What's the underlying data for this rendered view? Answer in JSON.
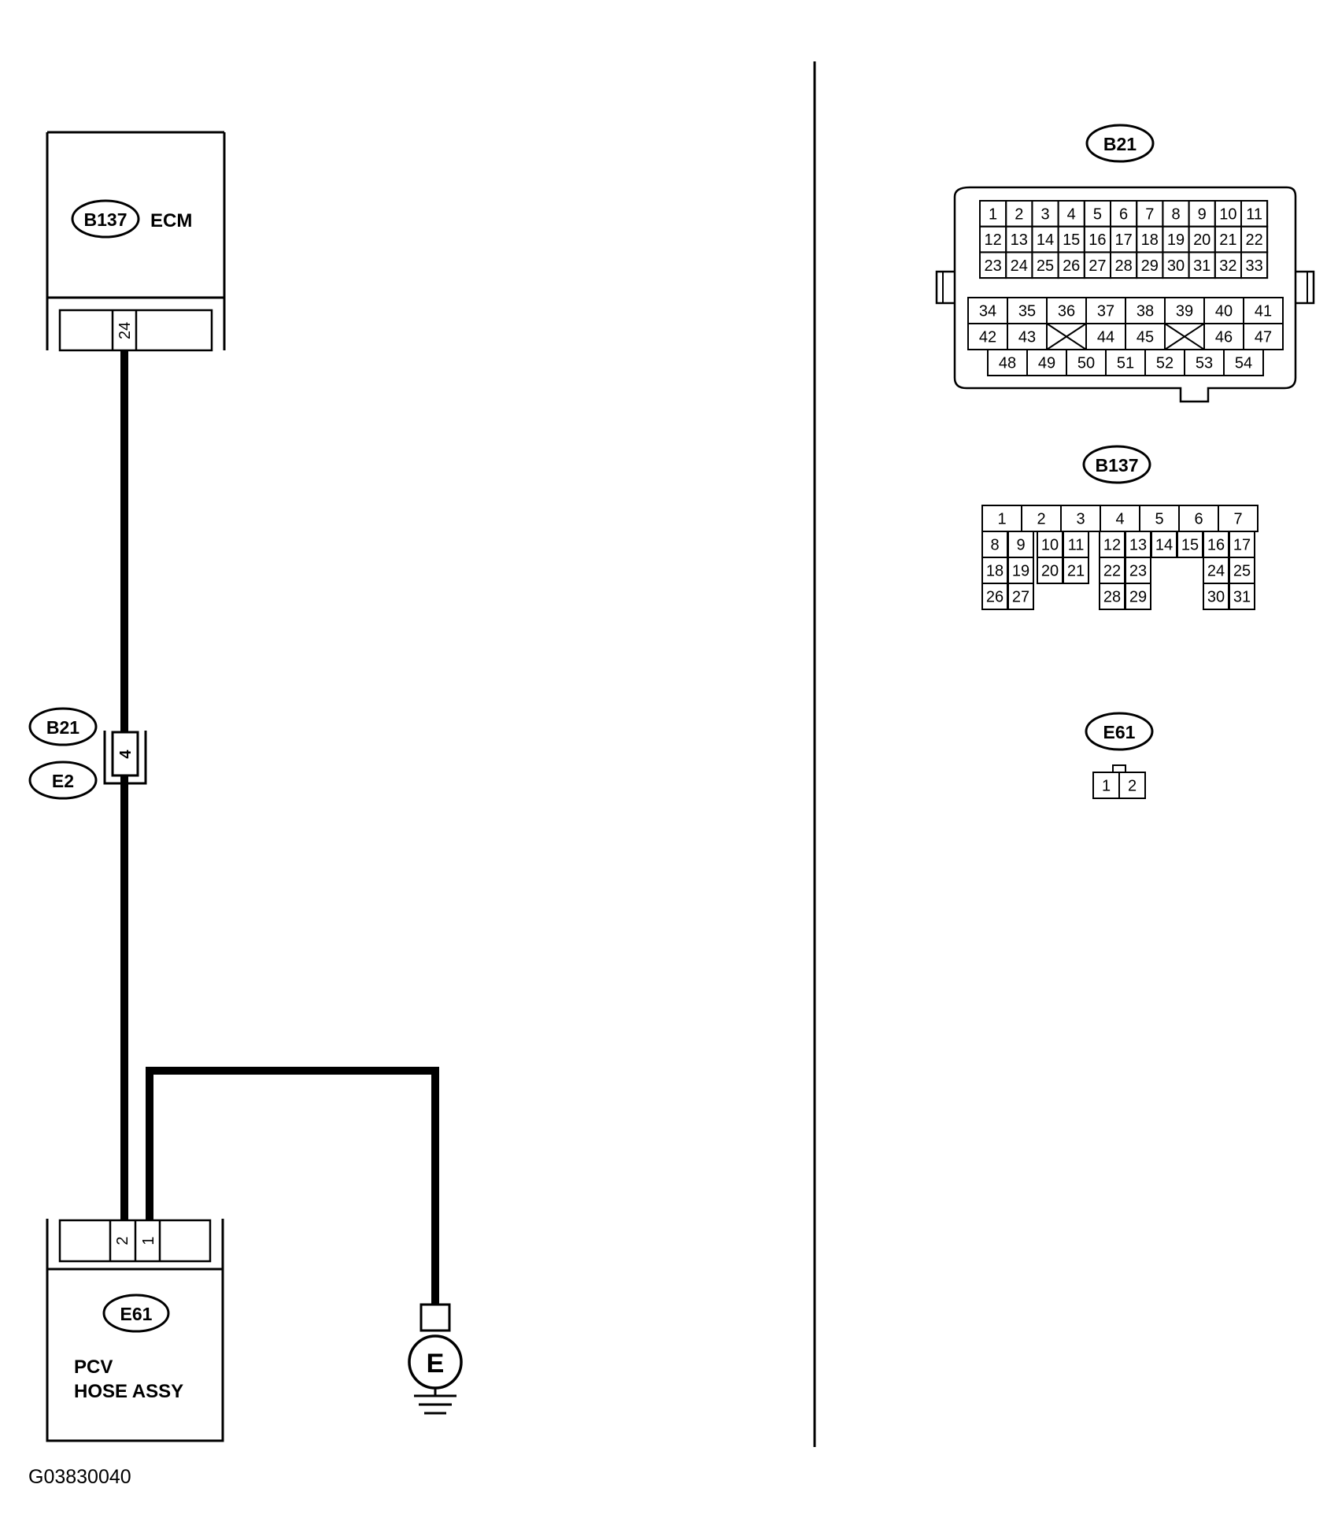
{
  "left": {
    "ecm": {
      "connector": "B137",
      "name": "ECM",
      "pin": "24"
    },
    "junction": {
      "connector_top": "B21",
      "connector_bottom": "E2",
      "pin": "4"
    },
    "pcv": {
      "connector": "E61",
      "name_line1": "PCV",
      "name_line2": "HOSE ASSY",
      "pin_left": "2",
      "pin_right": "1"
    },
    "ground": {
      "symbol": "E"
    }
  },
  "right": {
    "b21": {
      "label": "B21",
      "upper_rows": [
        [
          "1",
          "2",
          "3",
          "4",
          "5",
          "6",
          "7",
          "8",
          "9",
          "10",
          "11"
        ],
        [
          "12",
          "13",
          "14",
          "15",
          "16",
          "17",
          "18",
          "19",
          "20",
          "21",
          "22"
        ],
        [
          "23",
          "24",
          "25",
          "26",
          "27",
          "28",
          "29",
          "30",
          "31",
          "32",
          "33"
        ]
      ],
      "lower_rows": [
        [
          "34",
          "35",
          "36",
          "37",
          "38",
          "39",
          "40",
          "41"
        ],
        [
          "42",
          "43",
          "",
          "44",
          "45",
          "",
          "46",
          "47"
        ]
      ],
      "bottom_row": [
        "48",
        "49",
        "50",
        "51",
        "52",
        "53",
        "54"
      ]
    },
    "b137": {
      "label": "B137",
      "top_row": [
        "1",
        "2",
        "3",
        "4",
        "5",
        "6",
        "7"
      ],
      "row2": [
        "8",
        "9",
        "10",
        "11",
        "12",
        "13",
        "14",
        "15",
        "16",
        "17"
      ],
      "row3": [
        "18",
        "19",
        "20",
        "21",
        "22",
        "23",
        "24",
        "25"
      ],
      "row4": [
        "26",
        "27",
        "28",
        "29",
        "30",
        "31"
      ]
    },
    "e61": {
      "label": "E61",
      "pins": [
        "1",
        "2"
      ]
    }
  },
  "figure_code": "G03830040"
}
